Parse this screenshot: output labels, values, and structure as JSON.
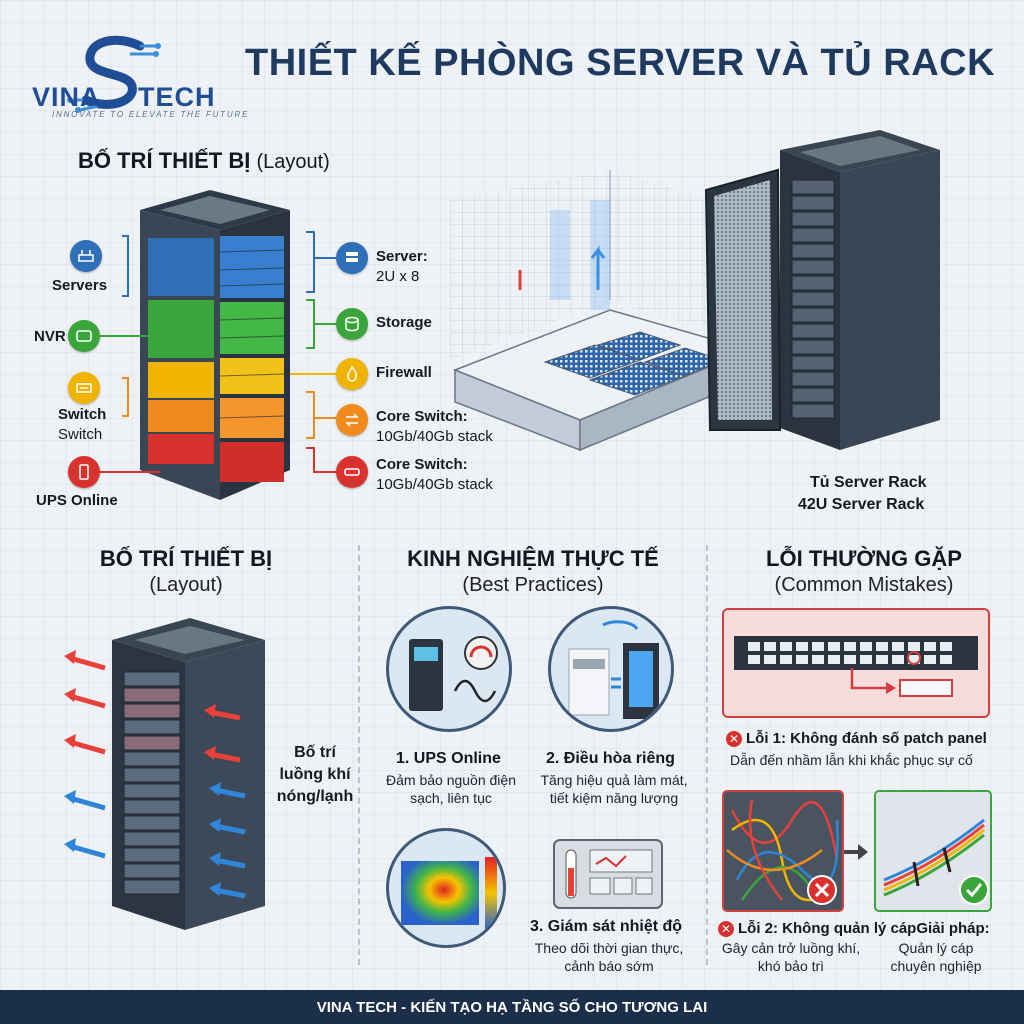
{
  "logo": {
    "left": "VINA",
    "right": "TECH",
    "tagline": "INNOVATE TO ELEVATE THE FUTURE"
  },
  "title": "THIẾT KẾ PHÒNG SERVER VÀ TỦ RACK",
  "layout_section": {
    "title": "BỐ TRÍ THIẾT BỊ",
    "subtitle": "(Layout)"
  },
  "left_labels": {
    "servers": "Servers",
    "nvr": "NVR",
    "switch_a": "Switch",
    "switch_b": "Switch",
    "ups": "UPS Online"
  },
  "right_labels": {
    "server": "Server:",
    "server_detail": "2U x 8",
    "storage": "Storage",
    "firewall": "Firewall",
    "core1": "Core Switch:",
    "core1_detail": "10Gb/40Gb stack",
    "core2": "Core Switch:",
    "core2_detail": "10Gb/40Gb stack"
  },
  "rack_caption": {
    "line1": "Tủ Server Rack",
    "line2": "42U Server Rack"
  },
  "bottom_left": {
    "title": "BỐ TRÍ THIẾT BỊ",
    "subtitle": "(Layout)",
    "airflow_1": "Bố trí",
    "airflow_2": "luồng khí",
    "airflow_3": "nóng/lạnh"
  },
  "best_practices": {
    "title": "KINH NGHIỆM THỰC TẾ",
    "subtitle": "(Best Practices)",
    "items": [
      {
        "title": "1. UPS Online",
        "line1": "Đảm bảo nguồn điện",
        "line2": "sạch, liên tục"
      },
      {
        "title": "2. Điều hòa riêng",
        "line1": "Tăng hiệu quả làm mát,",
        "line2": "tiết kiệm năng lượng"
      },
      {
        "title": "3. Giám sát nhiệt độ",
        "line1": "Theo dõi thời gian thực,",
        "line2": "cảnh báo sớm"
      }
    ]
  },
  "mistakes": {
    "title": "LỖI THƯỜNG GẶP",
    "subtitle": "(Common Mistakes)",
    "err1_title": "Lỗi 1: Không đánh số patch panel",
    "err1_desc": "Dẫn đến nhầm lẫn khi khắc phục sự cố",
    "err2_title": "Lỗi 2: Không quản lý cáp",
    "sol_title": "Giải pháp:",
    "err2_l1": "Gây cản trở luồng khí,",
    "err2_l2": "khó bảo trì",
    "sol_l1": "Quản lý cáp",
    "sol_l2": "chuyên nghiệp"
  },
  "footer": "VINA TECH - KIẾN TẠO HẠ TẦNG SỐ CHO TƯƠNG LAI",
  "colors": {
    "brand": "#1f4e97",
    "servers": "#2f6fb8",
    "storage": "#3aa53a",
    "firewall": "#f0b400",
    "switch": "#f08a1c",
    "ups": "#d8322e",
    "hot": "#e8413a",
    "cold": "#2f86d8",
    "footer_bg": "#1c2f4a"
  }
}
